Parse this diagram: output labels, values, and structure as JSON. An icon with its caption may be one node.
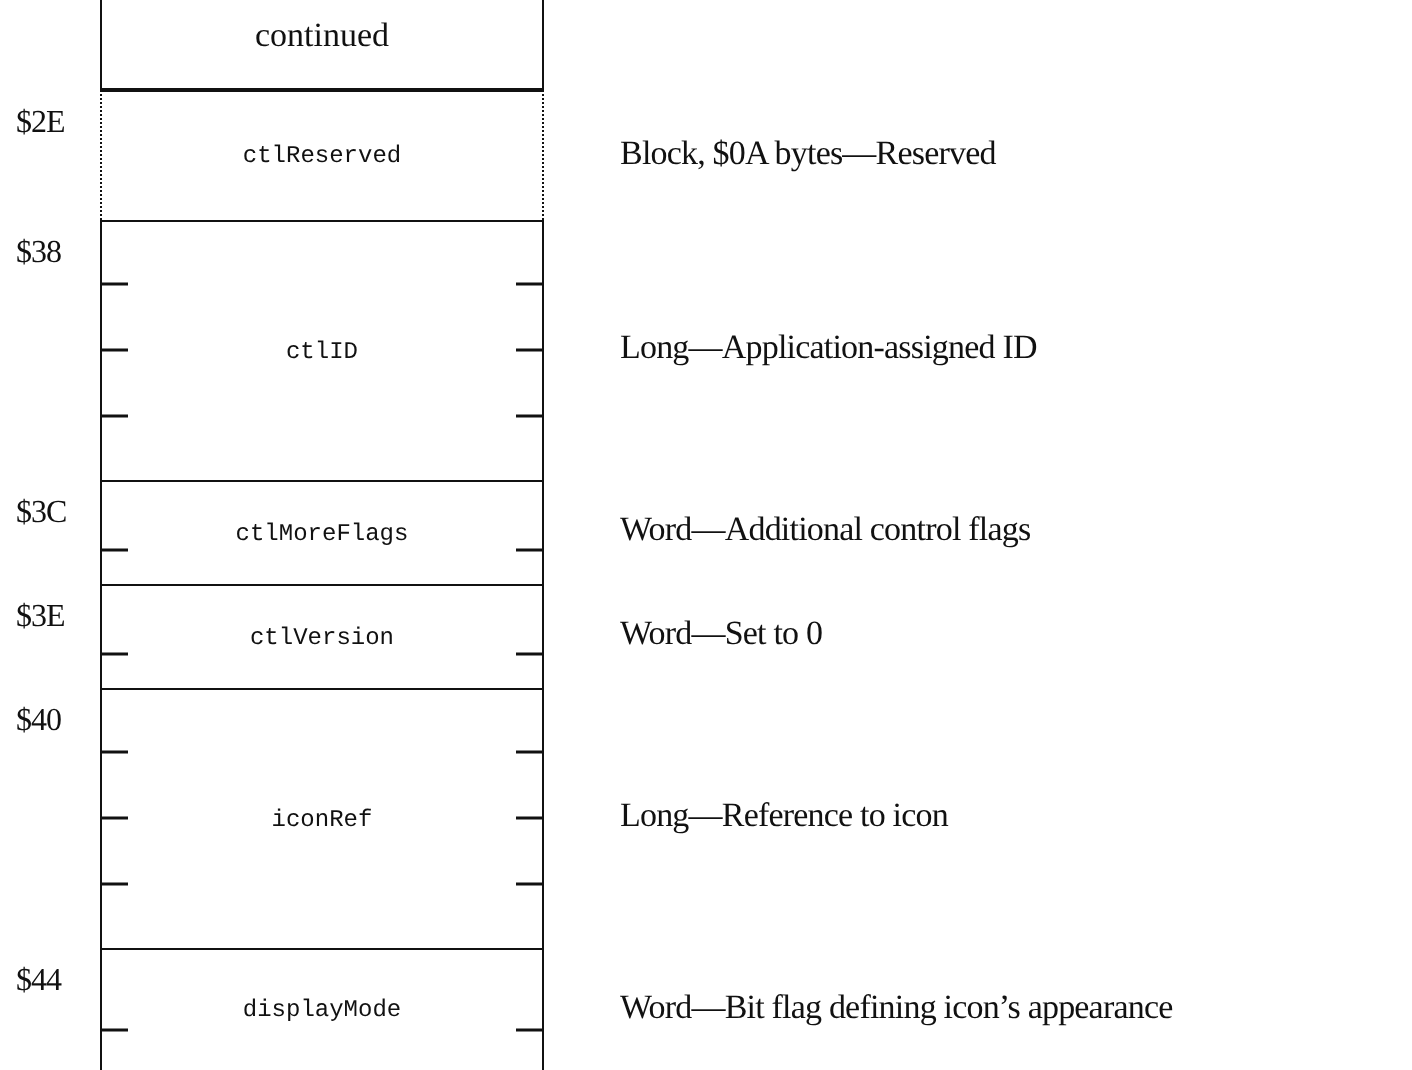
{
  "diagram": {
    "nodes": [
      {
        "text": [
          "continued"
        ]
      },
      {
        "text": [
          "ctlReserved"
        ],
        "beside": [
          "$2E",
          "Block, $0A bytes—Reserved"
        ]
      },
      {
        "text": [
          "ctlID"
        ],
        "beside": [
          "$38",
          "Long—Application-assigned ID"
        ]
      },
      {
        "text": [
          "ctlMoreFlags"
        ],
        "beside": [
          "$3C",
          "Word—Additional control flags"
        ]
      },
      {
        "text": [
          "ctlVersion"
        ],
        "beside": [
          "$3E",
          "Word—Set to 0"
        ]
      },
      {
        "text": [
          "iconRef"
        ],
        "beside": [
          "$40",
          "Long—Reference to icon"
        ]
      },
      {
        "text": [
          "displayMode"
        ],
        "beside": [
          "$44",
          "Word—Bit flag defining icon’s appearance"
        ]
      }
    ],
    "edges": []
  }
}
